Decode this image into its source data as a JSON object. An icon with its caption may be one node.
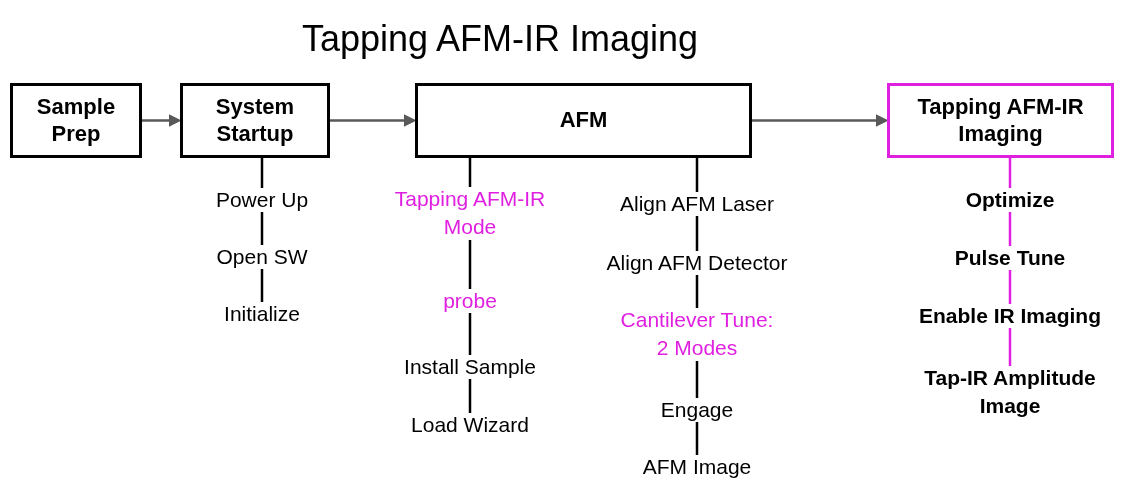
{
  "diagram": {
    "title": "Tapping AFM-IR Imaging",
    "nodes": [
      {
        "text": [
          "Sample Prep"
        ]
      },
      {
        "text": [
          "System Startup"
        ]
      },
      {
        "text": [
          "AFM"
        ]
      },
      {
        "text": [
          "Tapping AFM-IR Imaging"
        ]
      },
      {
        "text": [
          "Power Up"
        ]
      },
      {
        "text": [
          "Open SW"
        ]
      },
      {
        "text": [
          "Initialize"
        ]
      },
      {
        "text": [
          "Tapping AFM-IR Mode"
        ]
      },
      {
        "text": [
          "probe"
        ]
      },
      {
        "text": [
          "Install Sample"
        ]
      },
      {
        "text": [
          "Load Wizard"
        ]
      },
      {
        "text": [
          "Align AFM Laser"
        ]
      },
      {
        "text": [
          "Align AFM Detector"
        ]
      },
      {
        "text": [
          "Cantilever Tune: 2 Modes"
        ]
      },
      {
        "text": [
          "Engage"
        ]
      },
      {
        "text": [
          "AFM Image"
        ]
      },
      {
        "text": [
          "Optimize"
        ]
      },
      {
        "text": [
          "Pulse Tune"
        ]
      },
      {
        "text": [
          "Enable IR Imaging"
        ]
      },
      {
        "text": [
          "Tap-IR Amplitude Image"
        ]
      }
    ],
    "edges": [
      {
        "from": 0,
        "to": 1,
        "arrow": "to",
        "color": "#595959"
      },
      {
        "from": 1,
        "to": 2,
        "arrow": "to",
        "color": "#595959"
      },
      {
        "from": 2,
        "to": 3,
        "arrow": "to",
        "color": "#595959"
      },
      {
        "from": 1,
        "to": 4,
        "arrow": "none"
      },
      {
        "from": 4,
        "to": 5,
        "arrow": "none"
      },
      {
        "from": 5,
        "to": 6,
        "arrow": "none"
      },
      {
        "from": 2,
        "to": 7,
        "arrow": "none"
      },
      {
        "from": 7,
        "to": 8,
        "arrow": "none"
      },
      {
        "from": 8,
        "to": 9,
        "arrow": "none"
      },
      {
        "from": 9,
        "to": 10,
        "arrow": "none"
      },
      {
        "from": 2,
        "to": 11,
        "arrow": "none"
      },
      {
        "from": 11,
        "to": 12,
        "arrow": "none"
      },
      {
        "from": 12,
        "to": 13,
        "arrow": "none"
      },
      {
        "from": 13,
        "to": 14,
        "arrow": "none"
      },
      {
        "from": 14,
        "to": 15,
        "arrow": "none"
      },
      {
        "from": 3,
        "to": 16,
        "arrow": "none",
        "color": "#e020e0"
      },
      {
        "from": 16,
        "to": 17,
        "arrow": "none",
        "color": "#e020e0"
      },
      {
        "from": 17,
        "to": 18,
        "arrow": "none",
        "color": "#e020e0"
      },
      {
        "from": 18,
        "to": 19,
        "arrow": "none",
        "color": "#e020e0"
      }
    ]
  }
}
